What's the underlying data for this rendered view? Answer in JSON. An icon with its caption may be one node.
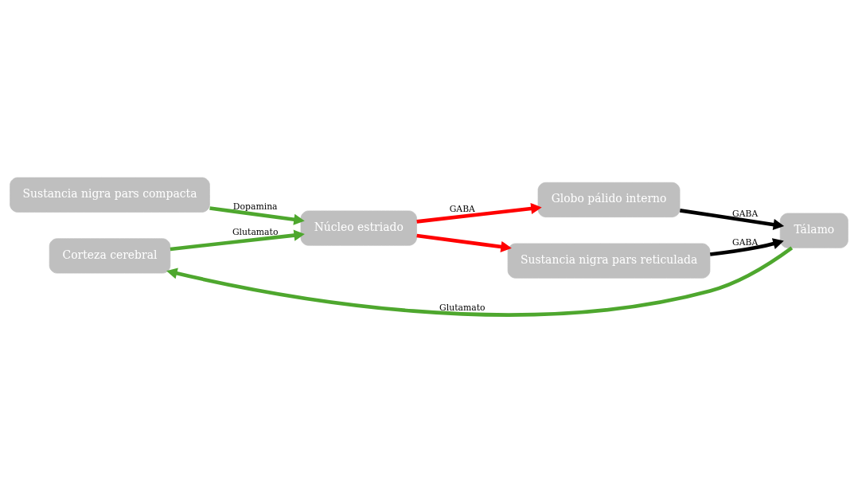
{
  "diagram": {
    "nodes": [
      {
        "text": [
          "Sustancia nigra pars compacta"
        ]
      },
      {
        "text": [
          "Globo pálido interno"
        ]
      },
      {
        "text": [
          "Corteza cerebral"
        ]
      },
      {
        "text": [
          "Núcleo estriado"
        ]
      },
      {
        "text": [
          "Tálamo"
        ]
      },
      {
        "text": [
          "Sustancia nigra pars reticulada"
        ]
      }
    ],
    "edges": [
      {
        "from": 0,
        "to": 3,
        "arrow": "to",
        "label": "Dopamina"
      },
      {
        "from": 2,
        "to": 3,
        "arrow": "to",
        "label": "Glutamato"
      },
      {
        "from": 3,
        "to": 1,
        "arrow": "to",
        "label": "GABA",
        "color": "#ff0000"
      },
      {
        "from": 3,
        "to": 5,
        "arrow": "to",
        "color": "#ff0000"
      },
      {
        "from": 1,
        "to": 4,
        "arrow": "to",
        "label": "GABA",
        "color": "#000000"
      },
      {
        "from": 5,
        "to": 4,
        "arrow": "to",
        "label": "GABA",
        "color": "#000000"
      },
      {
        "from": 4,
        "to": 2,
        "arrow": "to",
        "label": "Glutamato"
      }
    ]
  }
}
